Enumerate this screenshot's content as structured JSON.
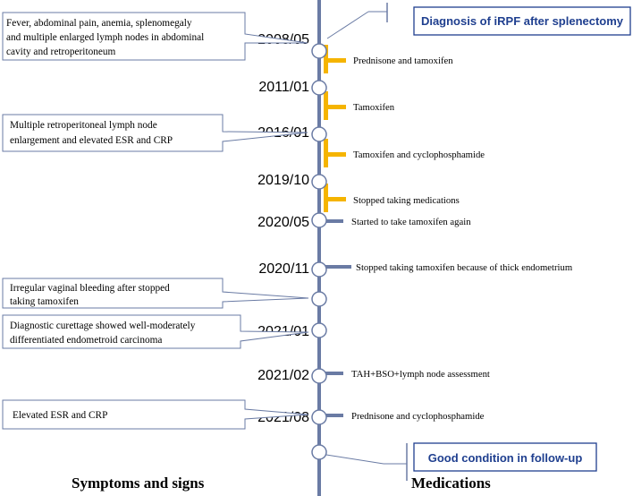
{
  "colors": {
    "axis": "#6a7ba4",
    "bracket": "#f5b400",
    "highlight_box_border": "#1f3f8f",
    "highlight_text": "#1f3f8f"
  },
  "dates": [
    "2008/05",
    "2011/01",
    "2016/01",
    "2019/10",
    "2020/05",
    "2020/11",
    "2021/01",
    "2021/02",
    "2021/08"
  ],
  "symptoms": [
    {
      "lines": [
        "Fever,  abdominal pain, anemia, splenomegaly",
        "and multiple enlarged lymph nodes in abdominal",
        "cavity and retroperitoneum"
      ]
    },
    {
      "lines": [
        "Multiple retroperitoneal lymph node",
        "enlargement and elevated ESR and CRP"
      ]
    },
    {
      "lines": [
        "Irregular vaginal bleeding after stopped",
        "taking tamoxifen"
      ]
    },
    {
      "lines": [
        "Diagnostic curettage showed well-moderately",
        "differentiated endometroid carcinoma"
      ]
    },
    {
      "lines": [
        "Elevated ESR and CRP"
      ]
    }
  ],
  "medications": [
    "Prednisone and tamoxifen",
    "Tamoxifen",
    "Tamoxifen and cyclophosphamide",
    "Stopped taking medications",
    "Started to take tamoxifen again",
    "Stopped taking tamoxifen because of thick endometrium",
    "TAH+BSO+lymph node assessment",
    "Prednisone and cyclophosphamide"
  ],
  "highlights": {
    "top": "Diagnosis of iRPF after splenectomy",
    "bottom": "Good condition in follow-up"
  },
  "footer": {
    "left": "Symptoms and signs",
    "right": "Medications"
  }
}
